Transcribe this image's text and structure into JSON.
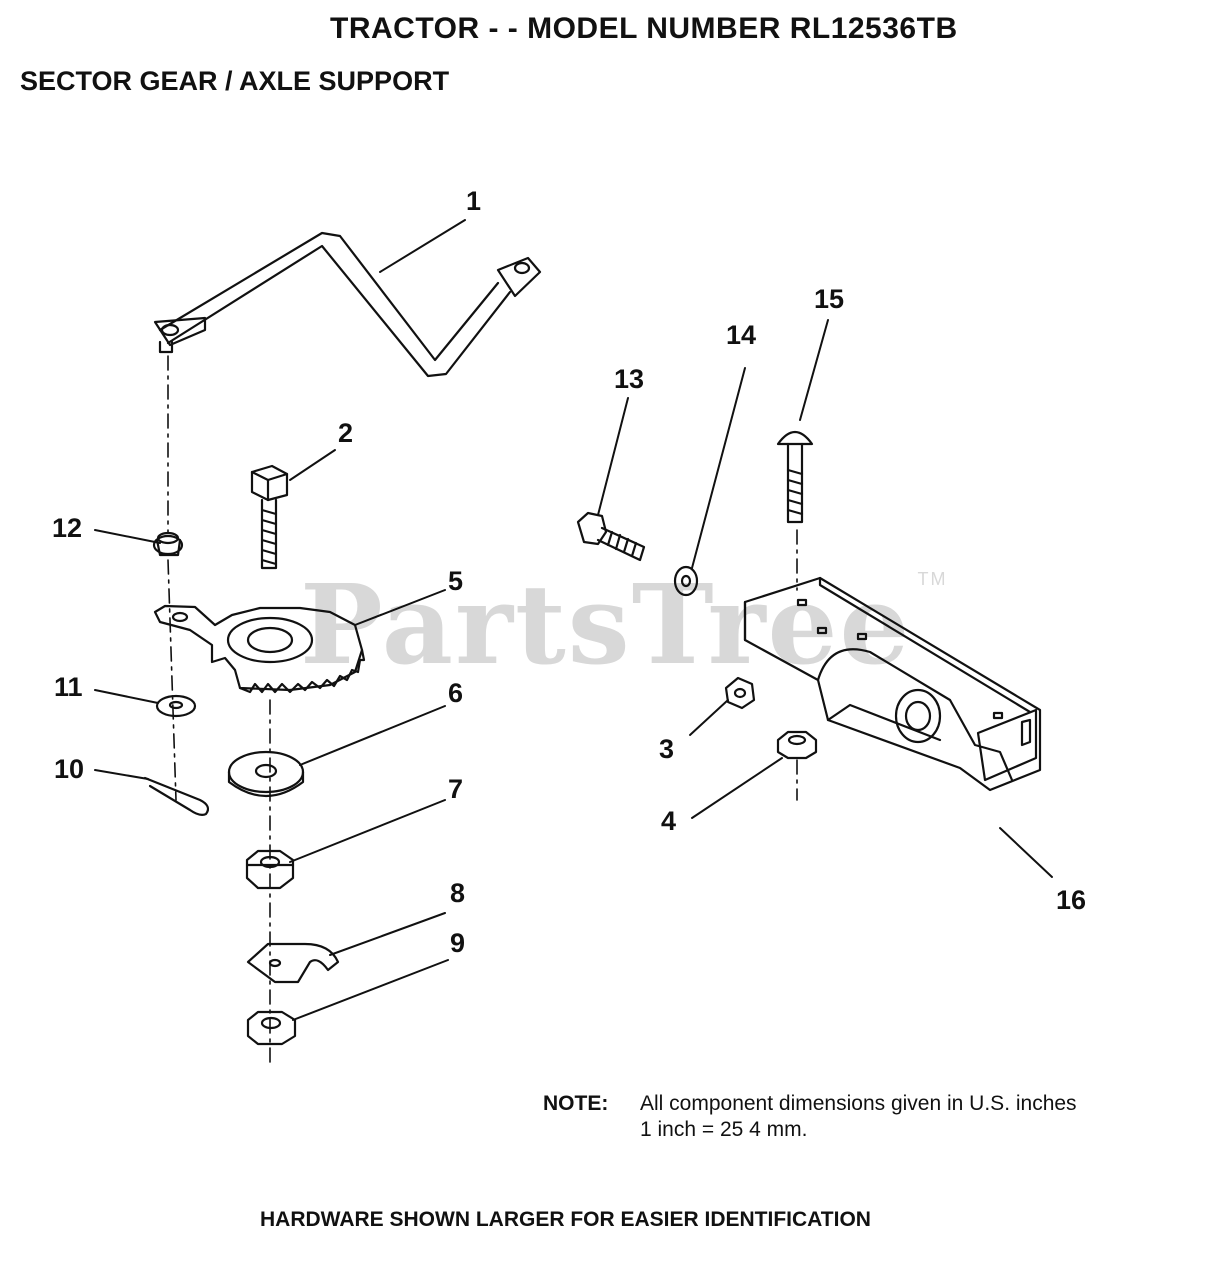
{
  "header": {
    "title": "TRACTOR - - MODEL NUMBER RL12536TB",
    "subtitle": "SECTOR GEAR / AXLE SUPPORT"
  },
  "watermark": {
    "text": "PartsTree",
    "tm": "TM"
  },
  "callouts": [
    "1",
    "2",
    "3",
    "4",
    "5",
    "6",
    "7",
    "8",
    "9",
    "10",
    "11",
    "12",
    "13",
    "14",
    "15",
    "16"
  ],
  "note": {
    "label": "NOTE:",
    "line1": "All component dimensions given in U.S. inches",
    "line2": "1 inch = 25 4 mm."
  },
  "footer": "HARDWARE SHOWN LARGER FOR EASIER IDENTIFICATION"
}
